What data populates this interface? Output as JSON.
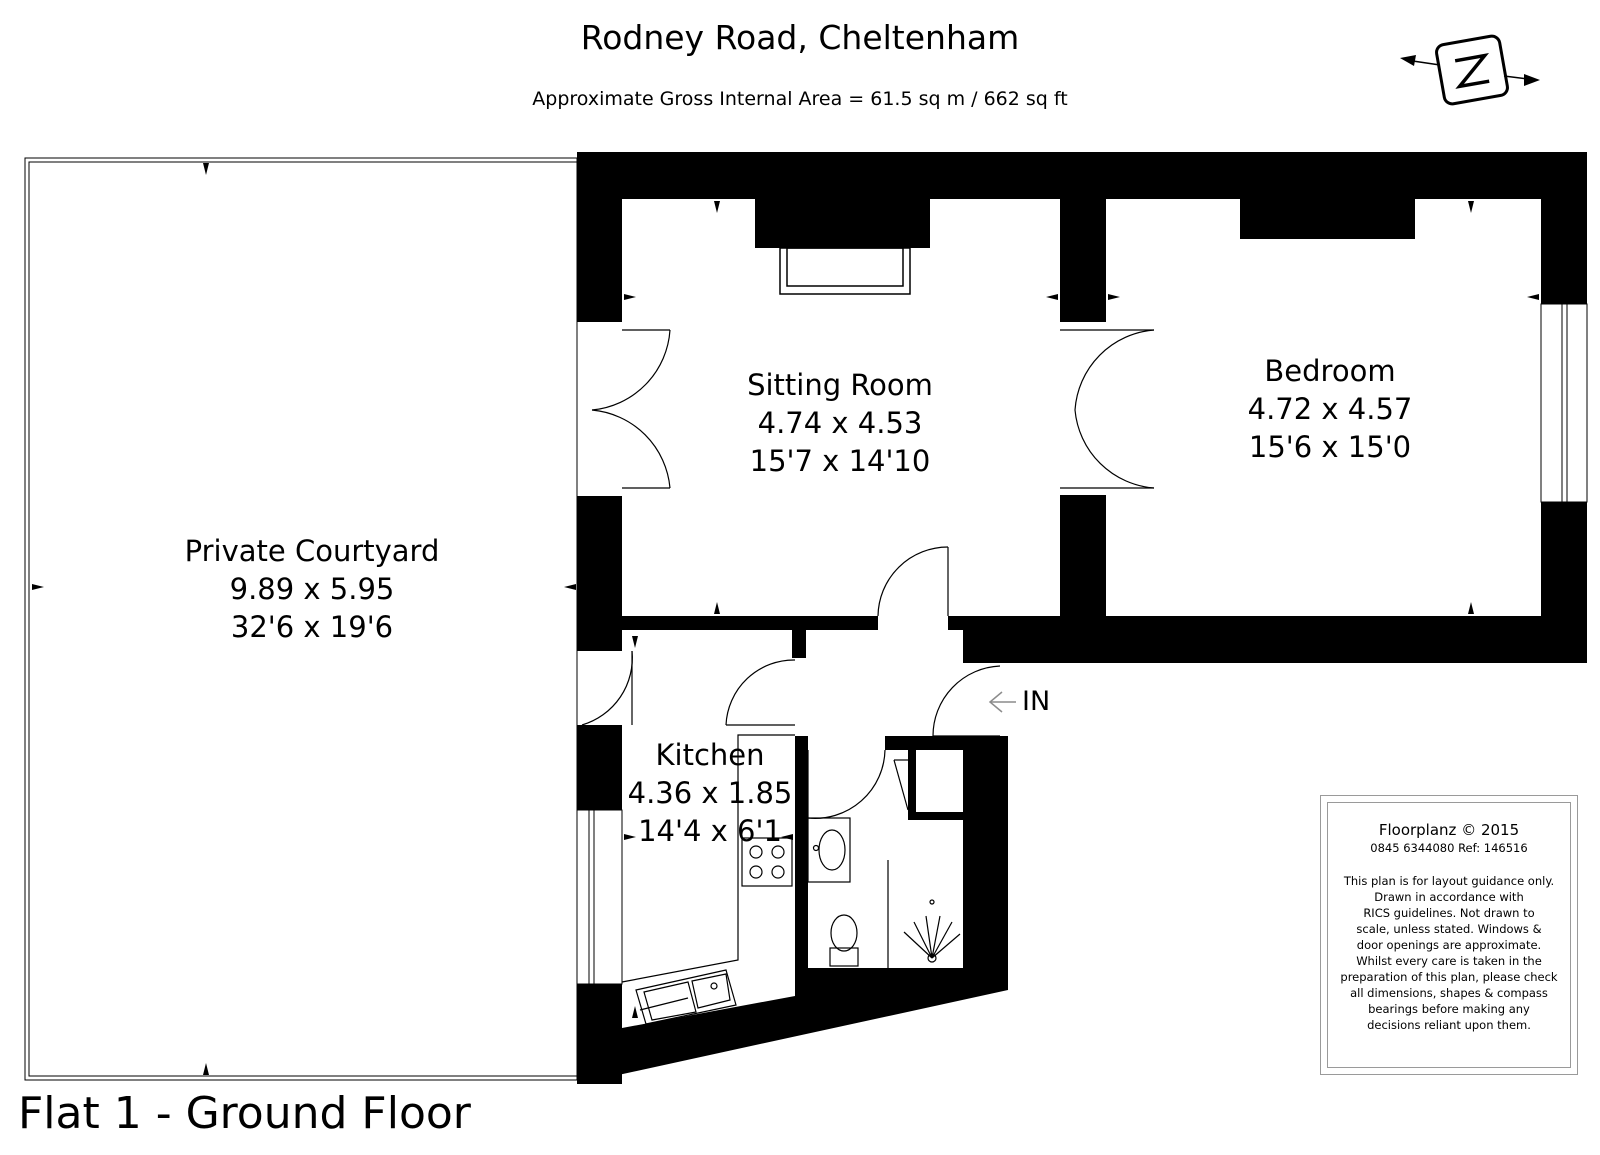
{
  "header": {
    "title": "Rodney Road, Cheltenham",
    "area_line": "Approximate Gross Internal Area = 61.5 sq m / 662 sq ft"
  },
  "compass": {
    "letter": "N",
    "icon": "compass-north-icon"
  },
  "rooms": [
    {
      "id": "private-courtyard",
      "name": "Private Courtyard",
      "metric": "9.89 x 5.95",
      "imperial": "32'6 x 19'6"
    },
    {
      "id": "sitting-room",
      "name": "Sitting Room",
      "metric": "4.74 x 4.53",
      "imperial": "15'7 x 14'10"
    },
    {
      "id": "bedroom",
      "name": "Bedroom",
      "metric": "4.72 x 4.57",
      "imperial": "15'6 x 15'0"
    },
    {
      "id": "kitchen",
      "name": "Kitchen",
      "metric": "4.36 x 1.85",
      "imperial": "14'4 x 6'1"
    }
  ],
  "entrance": {
    "label": "IN",
    "icon": "arrow-left-icon"
  },
  "floor_label": "Flat 1 - Ground Floor",
  "disclaimer": {
    "company": "Floorplanz © 2015",
    "contact": "0845 6344080 Ref: 146516",
    "lines": [
      "This plan is for layout guidance only.",
      "Drawn in accordance with",
      "RICS guidelines. Not drawn to",
      "scale, unless stated. Windows &",
      "door openings are approximate.",
      "Whilst every care is taken in the",
      "preparation of this plan, please check",
      "all dimensions, shapes & compass",
      "bearings before making any",
      "decisions reliant upon them."
    ]
  },
  "colors": {
    "wall": "#000000",
    "line": "#000000",
    "faint": "#9a9a9a",
    "background": "#ffffff"
  }
}
